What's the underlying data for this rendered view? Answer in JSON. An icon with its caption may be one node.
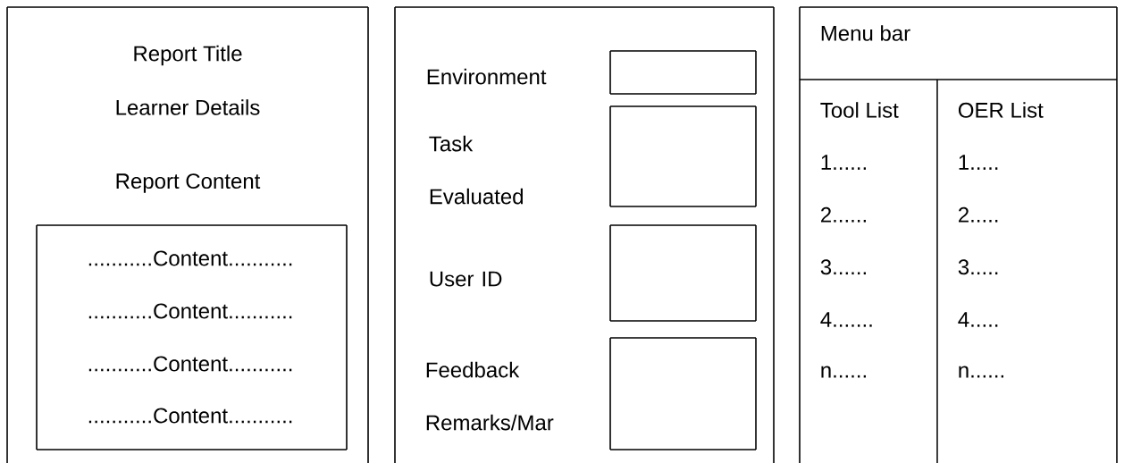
{
  "diagram": {
    "nodes": [
      {
        "text": [
          "Report Title",
          "Learner Details",
          "Report Content"
        ]
      },
      {
        "text": [
          "...........Content...........",
          "...........Content...........",
          "...........Content...........",
          "...........Content..........."
        ],
        "in": 0
      },
      {
        "text": [],
        "shape": "box"
      },
      {
        "text": [],
        "shape": "box",
        "in": 2
      },
      {
        "text": [],
        "shape": "box",
        "in": 2
      },
      {
        "text": [],
        "shape": "box",
        "in": 2
      },
      {
        "text": [],
        "shape": "box",
        "in": 2
      },
      {
        "text": [],
        "shape": "box"
      },
      {
        "text": [
          "Menu bar"
        ],
        "in": 7
      },
      {
        "text": [
          "Tool List",
          "1......",
          "2......",
          "3......",
          "4.......",
          "n......"
        ],
        "in": 7
      },
      {
        "text": [
          "OER List",
          "1.....",
          "2.....",
          "3.....",
          "4.....",
          "n......"
        ],
        "in": 7
      }
    ],
    "labels": [
      "Environment",
      "Task Evaluated",
      "User ID",
      "Feedback Remarks/Mar"
    ]
  }
}
